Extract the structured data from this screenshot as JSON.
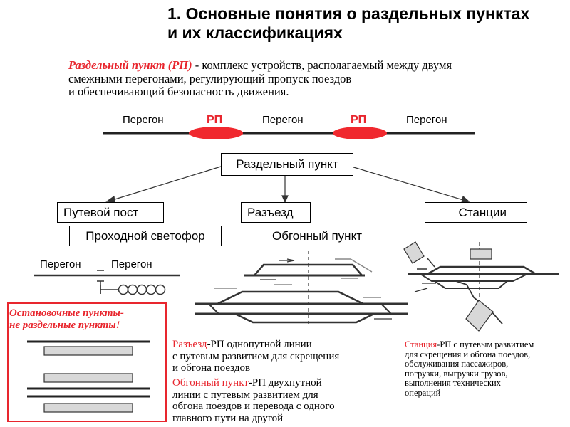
{
  "title": {
    "line1": "1. Основные понятия о раздельных пунктах",
    "line2": "и их классификациях"
  },
  "definition": {
    "term": "Раздельный пункт (РП)",
    "line1_rest": " - комплекс устройств, располагаемый между двумя",
    "line2": "смежными перегонами, регулирующий пропуск поездов",
    "line3": "и обеспечивающий безопасность движения."
  },
  "line_diagram": {
    "peregon_1": "Перегон",
    "rp_1": "РП",
    "peregon_2": "Перегон",
    "rp_2": "РП",
    "peregon_3": "Перегон"
  },
  "classification": {
    "root": "Раздельный пункт",
    "put_post": "Путевой пост",
    "razezd": "Разъезд",
    "stantsii": "Станции",
    "prokhodnoy": "Проходной светофор",
    "obgonny": "Обгонный пункт"
  },
  "signal_diagram": {
    "peregon_left": "Перегон",
    "peregon_right": "Перегон"
  },
  "stop_points": {
    "line1": "Остановочные пункты-",
    "line2": "не раздельные пункты!"
  },
  "razezd_desc": {
    "term": "Разъезд",
    "rest1": "-РП однопутной линии",
    "line2": "с путевым развитием для скрещения",
    "line3": "и обгона поездов"
  },
  "obgon_desc": {
    "term": "Обгонный пункт",
    "rest1": "-РП двухпутной",
    "line2": "линии с путевым развитием для",
    "line3": "обгона поездов и перевода с одного",
    "line4": "главного пути на другой"
  },
  "station_desc": {
    "term": "Станция",
    "rest1": "-РП с путевым развитием",
    "line2": "для скрещения и обгона поездов,",
    "line3": "обслуживания пассажиров,",
    "line4": "погрузки, выгрузки грузов,",
    "line5": "выполнения технических",
    "line6": "операций"
  },
  "colors": {
    "accent_red": "#e8262e",
    "rp_fill": "#f0282e",
    "track": "#333333",
    "platform_fill": "#d8d8d8"
  }
}
